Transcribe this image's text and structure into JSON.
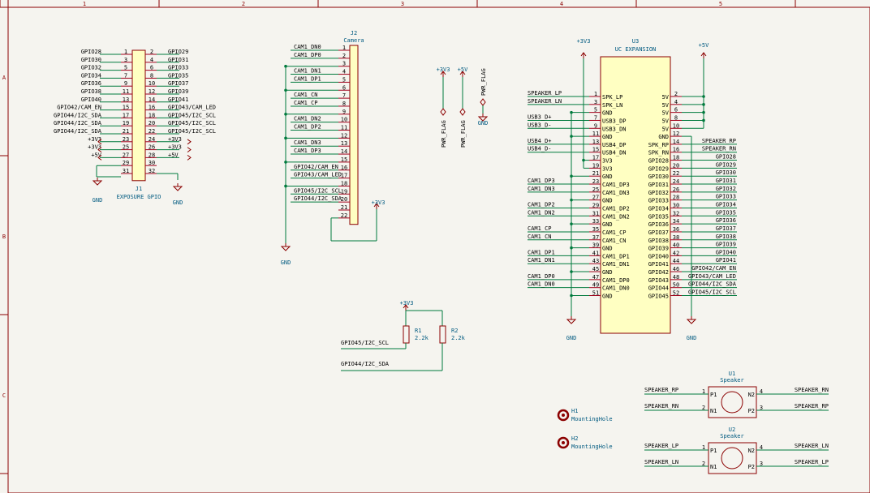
{
  "frame": {
    "columns": [
      "1",
      "2",
      "3",
      "4",
      "5"
    ],
    "rows": [
      "A",
      "B",
      "C"
    ]
  },
  "colors": {
    "background": "#f5f4ef",
    "frame": "#8b0000",
    "wire": "#007a3d",
    "pin": "#a0001a",
    "body_fill": "#ffffc2",
    "body_stroke": "#8b0000",
    "netlabel": "#000000",
    "power": "#8b0000",
    "refdes": "#005a80"
  },
  "j1": {
    "ref": "J1",
    "value": "EXPOSURE GPIO",
    "left_pins": [
      "1",
      "3",
      "5",
      "7",
      "9",
      "11",
      "13",
      "15",
      "17",
      "19",
      "21",
      "23",
      "25",
      "27",
      "29",
      "31"
    ],
    "right_pins": [
      "2",
      "4",
      "6",
      "8",
      "10",
      "12",
      "14",
      "16",
      "18",
      "20",
      "22",
      "24",
      "26",
      "28",
      "30",
      "32"
    ],
    "left_labels": [
      "GPIO28",
      "GPIO30",
      "GPIO32",
      "GPIO34",
      "GPIO36",
      "GPIO38",
      "GPIO40",
      "GPIO42/CAM_EN",
      "GPIO44/I2C_SDA",
      "GPIO44/I2C_SDA",
      "GPIO44/I2C_SDA",
      "+3V3",
      "+3V3",
      "+5V",
      "",
      ""
    ],
    "right_labels": [
      "GPIO29",
      "GPIO31",
      "GPIO33",
      "GPIO35",
      "GPIO37",
      "GPIO39",
      "GPIO41",
      "GPIO43/CAM_LED",
      "GPIO45/I2C_SCL",
      "GPIO45/I2C_SCL",
      "GPIO45/I2C_SCL",
      "+3V3",
      "+3V3",
      "+5V",
      "",
      ""
    ],
    "gnd_left": "GND",
    "gnd_right": "GND"
  },
  "j2": {
    "ref": "J2",
    "value": "Camera",
    "pins": [
      "1",
      "2",
      "3",
      "4",
      "5",
      "6",
      "7",
      "8",
      "9",
      "10",
      "11",
      "12",
      "13",
      "14",
      "15",
      "16",
      "17",
      "18",
      "19",
      "20",
      "21",
      "22"
    ],
    "labels": [
      "CAM1_DN0",
      "CAM1_DP0",
      "",
      "CAM1_DN1",
      "CAM1_DP1",
      "",
      "CAM1_CN",
      "CAM1_CP",
      "",
      "CAM1_DN2",
      "CAM1_DP2",
      "",
      "CAM1_DN3",
      "CAM1_DP3",
      "",
      "GPIO42/CAM_EN",
      "GPIO43/CAM_LED",
      "",
      "GPIO45/I2C_SCL",
      "GPIO44/I2C_SDA",
      "",
      ""
    ],
    "gnd": "GND",
    "pwr": "+3V3"
  },
  "flags": {
    "items": [
      {
        "net": "+3V3",
        "flag": "PWR_FLAG"
      },
      {
        "net": "+5V",
        "flag": "PWR_FLAG"
      },
      {
        "net": "GND",
        "flag": "PWR_FLAG"
      }
    ]
  },
  "u3": {
    "ref": "U3",
    "value": "UC EXPANSION",
    "left_pins": [
      "1",
      "3",
      "5",
      "7",
      "9",
      "11",
      "13",
      "15",
      "17",
      "19",
      "21",
      "23",
      "25",
      "27",
      "29",
      "31",
      "33",
      "35",
      "37",
      "39",
      "41",
      "43",
      "45",
      "47",
      "49",
      "51"
    ],
    "left_names": [
      "SPK_LP",
      "SPK_LN",
      "GND",
      "USB3_DP",
      "USB3_DN",
      "GND",
      "USB4_DP",
      "USB4_DN",
      "3V3",
      "3V3",
      "GND",
      "CAM1_DP3",
      "CAM1_DN3",
      "GND",
      "CAM1_DP2",
      "CAM1_DN2",
      "GND",
      "CAM1_CP",
      "CAM1_CN",
      "GND",
      "CAM1_DP1",
      "CAM1_DN1",
      "GND",
      "CAM1_DP0",
      "CAM1_DN0",
      "GND"
    ],
    "left_nets": [
      "SPEAKER_LP",
      "SPEAKER_LN",
      "",
      "USB3_D+",
      "USB3_D-",
      "",
      "USB4_D+",
      "USB4_D-",
      "",
      "",
      "",
      "CAM1_DP3",
      "CAM1_DN3",
      "",
      "CAM1_DP2",
      "CAM1_DN2",
      "",
      "CAM1_CP",
      "CAM1_CN",
      "",
      "CAM1_DP1",
      "CAM1_DN1",
      "",
      "CAM1_DP0",
      "CAM1_DN0",
      ""
    ],
    "right_pins": [
      "2",
      "4",
      "6",
      "8",
      "10",
      "12",
      "14",
      "16",
      "18",
      "20",
      "22",
      "24",
      "26",
      "28",
      "30",
      "32",
      "34",
      "36",
      "38",
      "40",
      "42",
      "44",
      "46",
      "48",
      "50",
      "52"
    ],
    "right_names": [
      "5V",
      "5V",
      "5V",
      "5V",
      "5V",
      "GND",
      "SPK_RP",
      "SPK_RN",
      "GPIO28",
      "GPIO29",
      "GPIO30",
      "GPIO31",
      "GPIO32",
      "GPIO33",
      "GPIO34",
      "GPIO35",
      "GPIO36",
      "GPIO37",
      "GPIO38",
      "GPIO39",
      "GPIO40",
      "GPIO41",
      "GPIO42",
      "GPIO43",
      "GPIO44",
      "GPIO45"
    ],
    "right_nets": [
      "",
      "",
      "",
      "",
      "",
      "",
      "SPEAKER_RP",
      "SPEAKER_RN",
      "GPIO28",
      "GPIO29",
      "GPIO30",
      "GPIO31",
      "GPIO32",
      "GPIO33",
      "GPIO34",
      "GPIO35",
      "GPIO36",
      "GPIO37",
      "GPIO38",
      "GPIO39",
      "GPIO40",
      "GPIO41",
      "GPIO42/CAM_EN",
      "GPIO43/CAM_LED",
      "GPIO44/I2C_SDA",
      "GPIO45/I2C_SCL"
    ],
    "pwr_3v3": "+3V3",
    "pwr_5v": "+5V",
    "gnd_left": "GND",
    "gnd_right": "GND"
  },
  "pullups": {
    "pwr": "+3V3",
    "r1_ref": "R1",
    "r1_val": "2.2k",
    "r2_ref": "R2",
    "r2_val": "2.2k",
    "scl_label": "GPIO45/I2C_SCL",
    "sda_label": "GPIO44/I2C_SDA"
  },
  "holes": [
    {
      "ref": "H1",
      "value": "MountingHole"
    },
    {
      "ref": "H2",
      "value": "MountingHole"
    }
  ],
  "speakers": [
    {
      "ref": "U1",
      "value": "Speaker",
      "p1_net": "SPEAKER_RP",
      "n1_net": "SPEAKER_RN",
      "n2_net": "SPEAKER_RN",
      "p2_net": "SPEAKER_RP",
      "pin_left_top": "1",
      "pin_left_bot": "2",
      "pin_right_top": "4",
      "pin_right_bot": "3",
      "p1": "P1",
      "n1": "N1",
      "n2": "N2",
      "p2": "P2"
    },
    {
      "ref": "U2",
      "value": "Speaker",
      "p1_net": "SPEAKER_LP",
      "n1_net": "SPEAKER_LN",
      "n2_net": "SPEAKER_LN",
      "p2_net": "SPEAKER_LP",
      "pin_left_top": "1",
      "pin_left_bot": "2",
      "pin_right_top": "4",
      "pin_right_bot": "3",
      "p1": "P1",
      "n1": "N1",
      "n2": "N2",
      "p2": "P2"
    }
  ]
}
